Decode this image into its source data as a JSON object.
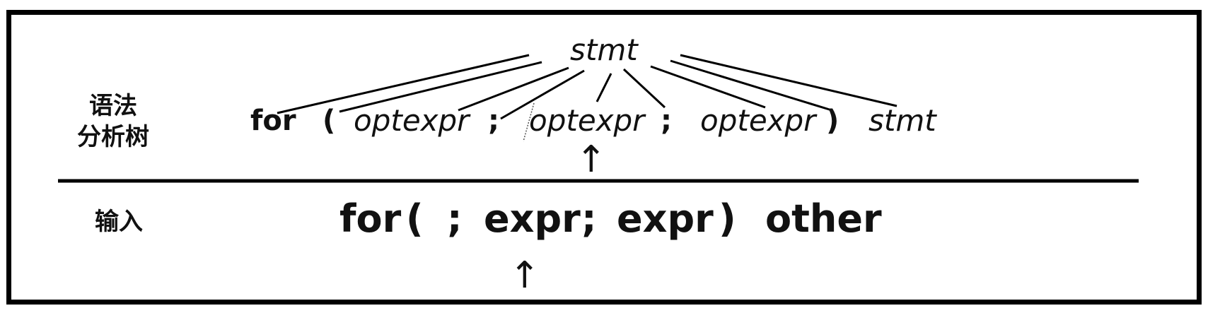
{
  "labels": {
    "parse_tree": "语法\n分析树",
    "parse_tree_line1": "语法",
    "parse_tree_line2": "分析树",
    "input": "输入"
  },
  "tree": {
    "root": "stmt",
    "children": [
      "for",
      "(",
      "optexpr",
      ";",
      "optexpr",
      ";",
      "optexpr",
      ")",
      "stmt"
    ]
  },
  "input": {
    "tokens": [
      "for",
      "(",
      ";",
      "expr",
      ";",
      "expr",
      ")",
      "other"
    ]
  },
  "pointers": {
    "tree_arrow": "↑",
    "input_arrow": "↑"
  }
}
